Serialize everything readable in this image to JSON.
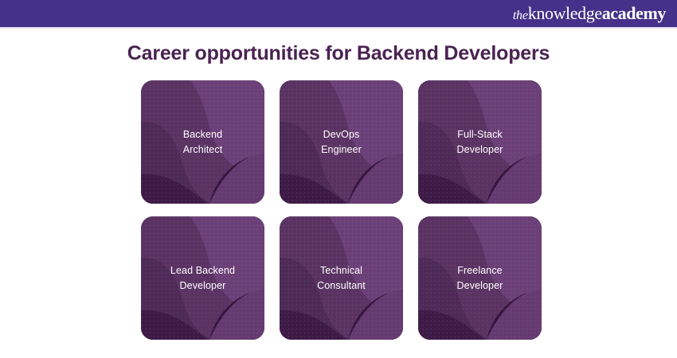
{
  "header": {
    "background_color": "#453189",
    "logo": {
      "part_the": "the",
      "part_knowledge": "knowledge",
      "part_academy": "academy",
      "full_text": "theknowledgeacademy"
    }
  },
  "page": {
    "title": "Career opportunities for Backend Developers",
    "title_color": "#4a2352",
    "background_color": "#ffffff"
  },
  "cards": [
    {
      "line1": "Backend",
      "line2": "Architect"
    },
    {
      "line1": "DevOps",
      "line2": "Engineer"
    },
    {
      "line1": "Full-Stack",
      "line2": "Developer"
    },
    {
      "line1": "Lead Backend",
      "line2": "Developer"
    },
    {
      "line1": "Technical",
      "line2": "Consultant"
    },
    {
      "line1": "Freelance",
      "line2": "Developer"
    }
  ],
  "palette": {
    "card_base": "#5a3363",
    "card_light": "#6b4078",
    "card_dark": "#3e1b47",
    "card_darkest": "#35163d",
    "card_mid": "#4e2a58",
    "text_on_card": "#ffffff",
    "divider": "#e3e3ea"
  }
}
